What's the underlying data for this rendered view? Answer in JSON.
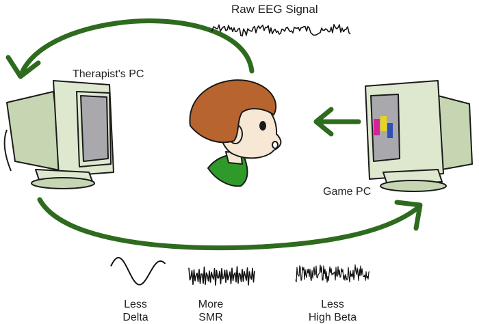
{
  "title": "Raw EEG Signal",
  "therapist_pc": {
    "label": "Therapist's PC"
  },
  "game_pc": {
    "label": "Game PC"
  },
  "bands": [
    {
      "line1": "Less",
      "line2": "Delta"
    },
    {
      "line1": "More",
      "line2": "SMR"
    },
    {
      "line1": "Less",
      "line2": "High Beta"
    }
  ],
  "colors": {
    "arrow": "#2e6b1e",
    "outline": "#1a1a1a",
    "monitor": "#dde8cf",
    "monitor_shade": "#b7c9a3",
    "screen": "#a9a9ad",
    "hair": "#b7642e",
    "skin": "#f6e8d4",
    "shirt": "#2f9a2a",
    "bar_magenta": "#d6239a",
    "bar_yellow": "#e8d41c",
    "bar_blue": "#2f4fb3"
  },
  "icons": [
    "therapist-monitor-icon",
    "game-monitor-icon",
    "child-head-icon"
  ]
}
